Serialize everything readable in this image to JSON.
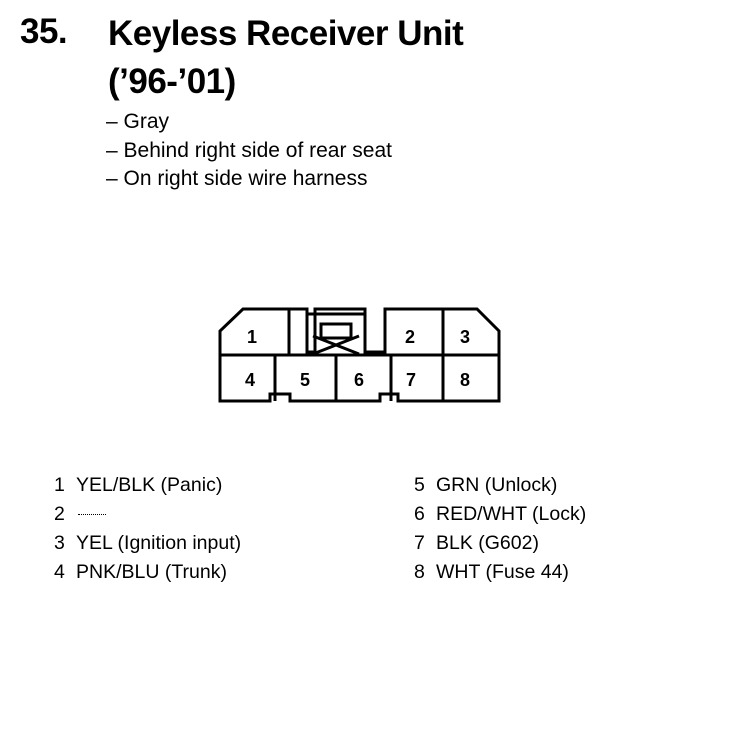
{
  "header": {
    "section_number": "35.",
    "title_line1": "Keyless Receiver Unit",
    "title_line2": "(’96-’01)"
  },
  "notes": [
    "– Gray",
    "– Behind right side of rear seat",
    "– On right side wire harness"
  ],
  "connector": {
    "pin_labels": [
      "1",
      "2",
      "3",
      "4",
      "5",
      "6",
      "7",
      "8"
    ]
  },
  "pins": {
    "left": [
      {
        "num": "1",
        "desc": "YEL/BLK (Panic)"
      },
      {
        "num": "2",
        "desc": ""
      },
      {
        "num": "3",
        "desc": "YEL (Ignition input)"
      },
      {
        "num": "4",
        "desc": "PNK/BLU (Trunk)"
      }
    ],
    "right": [
      {
        "num": "5",
        "desc": "GRN (Unlock)"
      },
      {
        "num": "6",
        "desc": "RED/WHT (Lock)"
      },
      {
        "num": "7",
        "desc": "BLK (G602)"
      },
      {
        "num": "8",
        "desc": "WHT (Fuse 44)"
      }
    ]
  }
}
